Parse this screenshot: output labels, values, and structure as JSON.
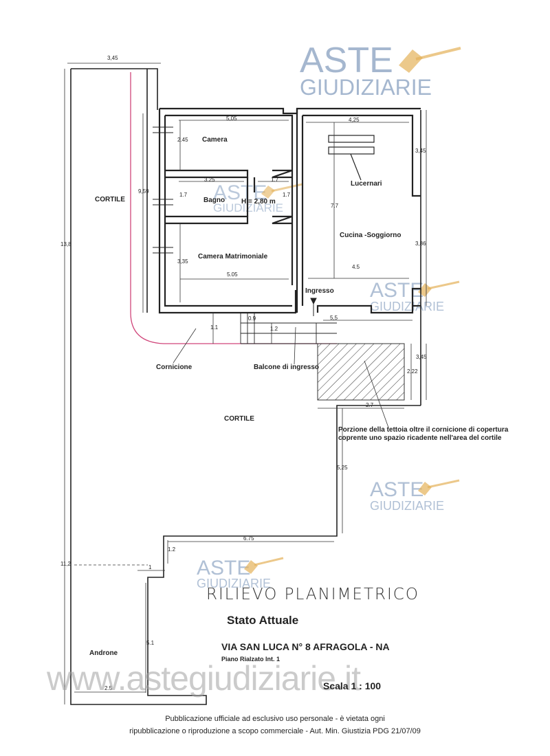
{
  "colors": {
    "line": "#222222",
    "pink": "#d0457a",
    "watermark_blue": "#8fa6c4",
    "watermark_gold": "#e4b25a"
  },
  "watermark": {
    "line1": "ASTE",
    "line2": "GIUDIZIARIE",
    "site": "www.astegiudiziarie.it"
  },
  "rooms": {
    "camera": "Camera",
    "bagno": "Bagno",
    "height": "H = 2,80 m",
    "camera_matrimoniale": "Camera Matrimoniale",
    "cucina": "Cucina -Soggiorno",
    "lucernari": "Lucernari",
    "ingresso": "Ingresso",
    "cortile_top": "CORTILE",
    "cortile_mid": "CORTILE",
    "cornicione": "Cornicione",
    "balcone": "Balcone di ingresso",
    "portion_note_1": "Porzione della tettoia oltre il cornicione di copertura",
    "portion_note_2": "coprente uno spazio ricadente nell'area del cortile",
    "androne": "Androne"
  },
  "dimensions": {
    "top_width": "3,45",
    "camera_width": "5,05",
    "cucina_width": "4,25",
    "camera_depth": "2.45",
    "cucina_upper": "3,45",
    "bagno_width": "3.25",
    "bagno_right": "1.7",
    "bagno_depth": "1.7",
    "bagno_right2": "1.7",
    "left_total": "9,59",
    "cucina_depth": "7.7",
    "cucina_lower": "3,86",
    "matrimoniale_depth": "3,35",
    "matrimoniale_width": "5.05",
    "cucina_bottom": "4.5",
    "ingresso_width": "5,5",
    "outer_height": "13,8",
    "gap_11": "1.1",
    "gap_09": "0.9",
    "balcone_12": "1.2",
    "tettoia_h1": "3,45",
    "tettoia_h2": "2,22",
    "tettoia_w": "2.7",
    "long_side": "5,25",
    "bottom_width": "6.75",
    "step_12": "1.2",
    "left_lower": "11,2",
    "step_1": "1",
    "androne_depth": "5.1",
    "androne_width": "2.5"
  },
  "title_block": {
    "title": "RILIEVO   PLANIMETRICO",
    "subtitle": "Stato Attuale",
    "address": "VIA SAN LUCA  N° 8  AFRAGOLA - NA",
    "floor": "Piano Rialzato  Int. 1",
    "scale": "Scala    1 : 100"
  },
  "disclaimer": {
    "line1": "Pubblicazione ufficiale ad esclusivo uso personale - è vietata ogni",
    "line2": "ripubblicazione o riproduzione a scopo commerciale - Aut. Min. Giustizia PDG 21/07/09"
  }
}
